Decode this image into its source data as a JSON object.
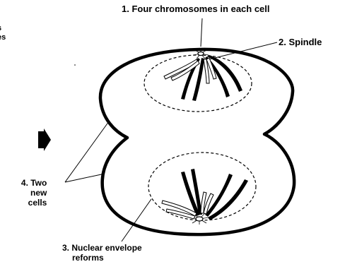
{
  "labels": {
    "chromosomes": "1. Four chromosomes in each cell",
    "spindle": "2. Spindle",
    "cells_line1": "4. Two",
    "cells_line2": "new",
    "cells_line3": "cells",
    "envelope_line1": "3. Nuclear envelope",
    "envelope_line2": "reforms"
  },
  "clipped_margin_text": [
    "s",
    "es"
  ],
  "icons": {
    "arrow": "right-arrow-icon"
  },
  "colors": {
    "ink": "#000000",
    "background": "#ffffff"
  }
}
